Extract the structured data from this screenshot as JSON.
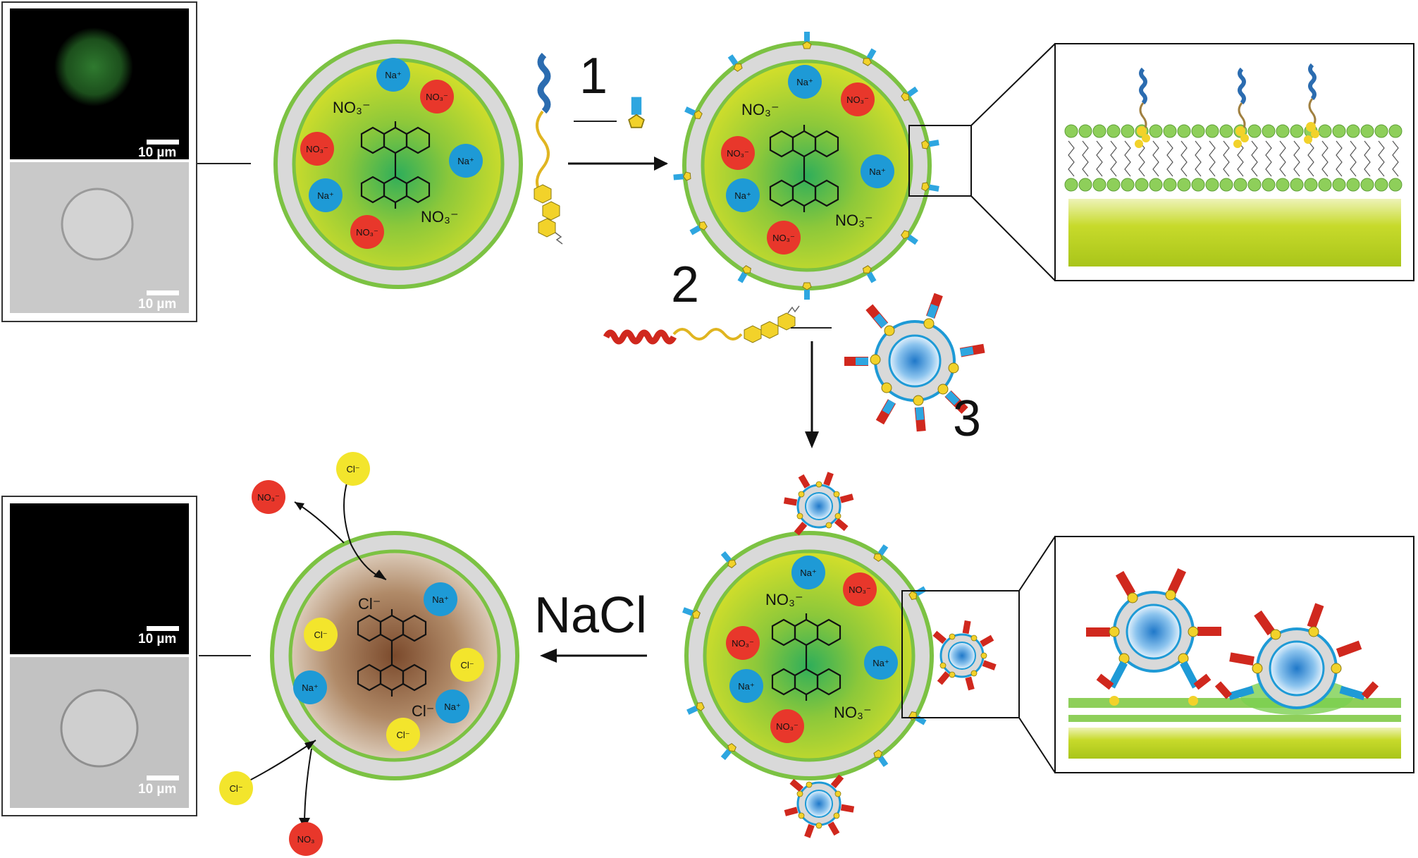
{
  "steps": {
    "step1": "1",
    "step2": "2",
    "step3": "3",
    "reagent": "NaCl"
  },
  "scale_bar": "10 µm",
  "ions": {
    "na": "Na⁺",
    "no3": "NO₃⁻",
    "cl": "Cl⁻",
    "no3_plain": "NO₃"
  },
  "colors": {
    "membrane_green": "#7cc243",
    "membrane_grey": "#d9d9d9",
    "core_yellow": "#c8da2a",
    "core_inner": "#36b35a",
    "na_blue": "#1e9ad6",
    "no3_red": "#e8372b",
    "cl_yellow": "#f3e52c",
    "core_brown": "#9a6a4a",
    "helix_blue": "#2b6cb0",
    "helix_red": "#d0281e",
    "linker_gold": "#e0b521"
  },
  "icons": {
    "vesicle": "vesicle-icon",
    "micrograph": "micrograph-image",
    "peptide1": "helix-peptide-icon",
    "peptide2": "helix-peptide-icon",
    "nanoparticle": "decorated-vesicle-icon",
    "inset": "membrane-inset"
  }
}
